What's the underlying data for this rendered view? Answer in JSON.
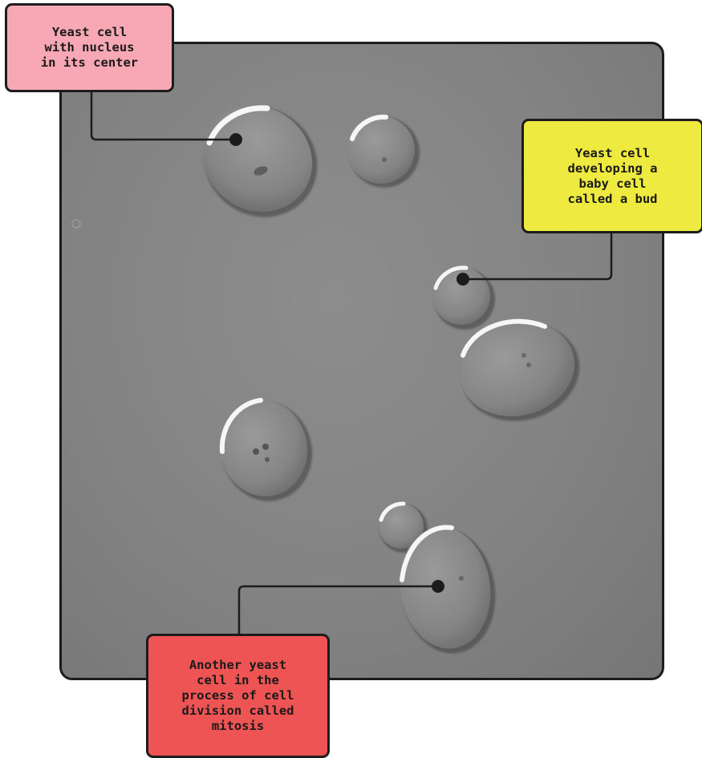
{
  "callouts": {
    "nucleus": {
      "text": "Yeast cell\nwith nucleus\nin its center",
      "color": "#f7a8b4"
    },
    "bud": {
      "text": "Yeast cell\ndeveloping a\nbaby cell\ncalled a bud",
      "color": "#eeea3f"
    },
    "mitosis": {
      "text": "Another yeast\ncell in the\nprocess of cell\ndivision called\nmitosis",
      "color": "#ef5454"
    }
  },
  "colors": {
    "background": "#838383",
    "leader": "#1c1c1c"
  }
}
